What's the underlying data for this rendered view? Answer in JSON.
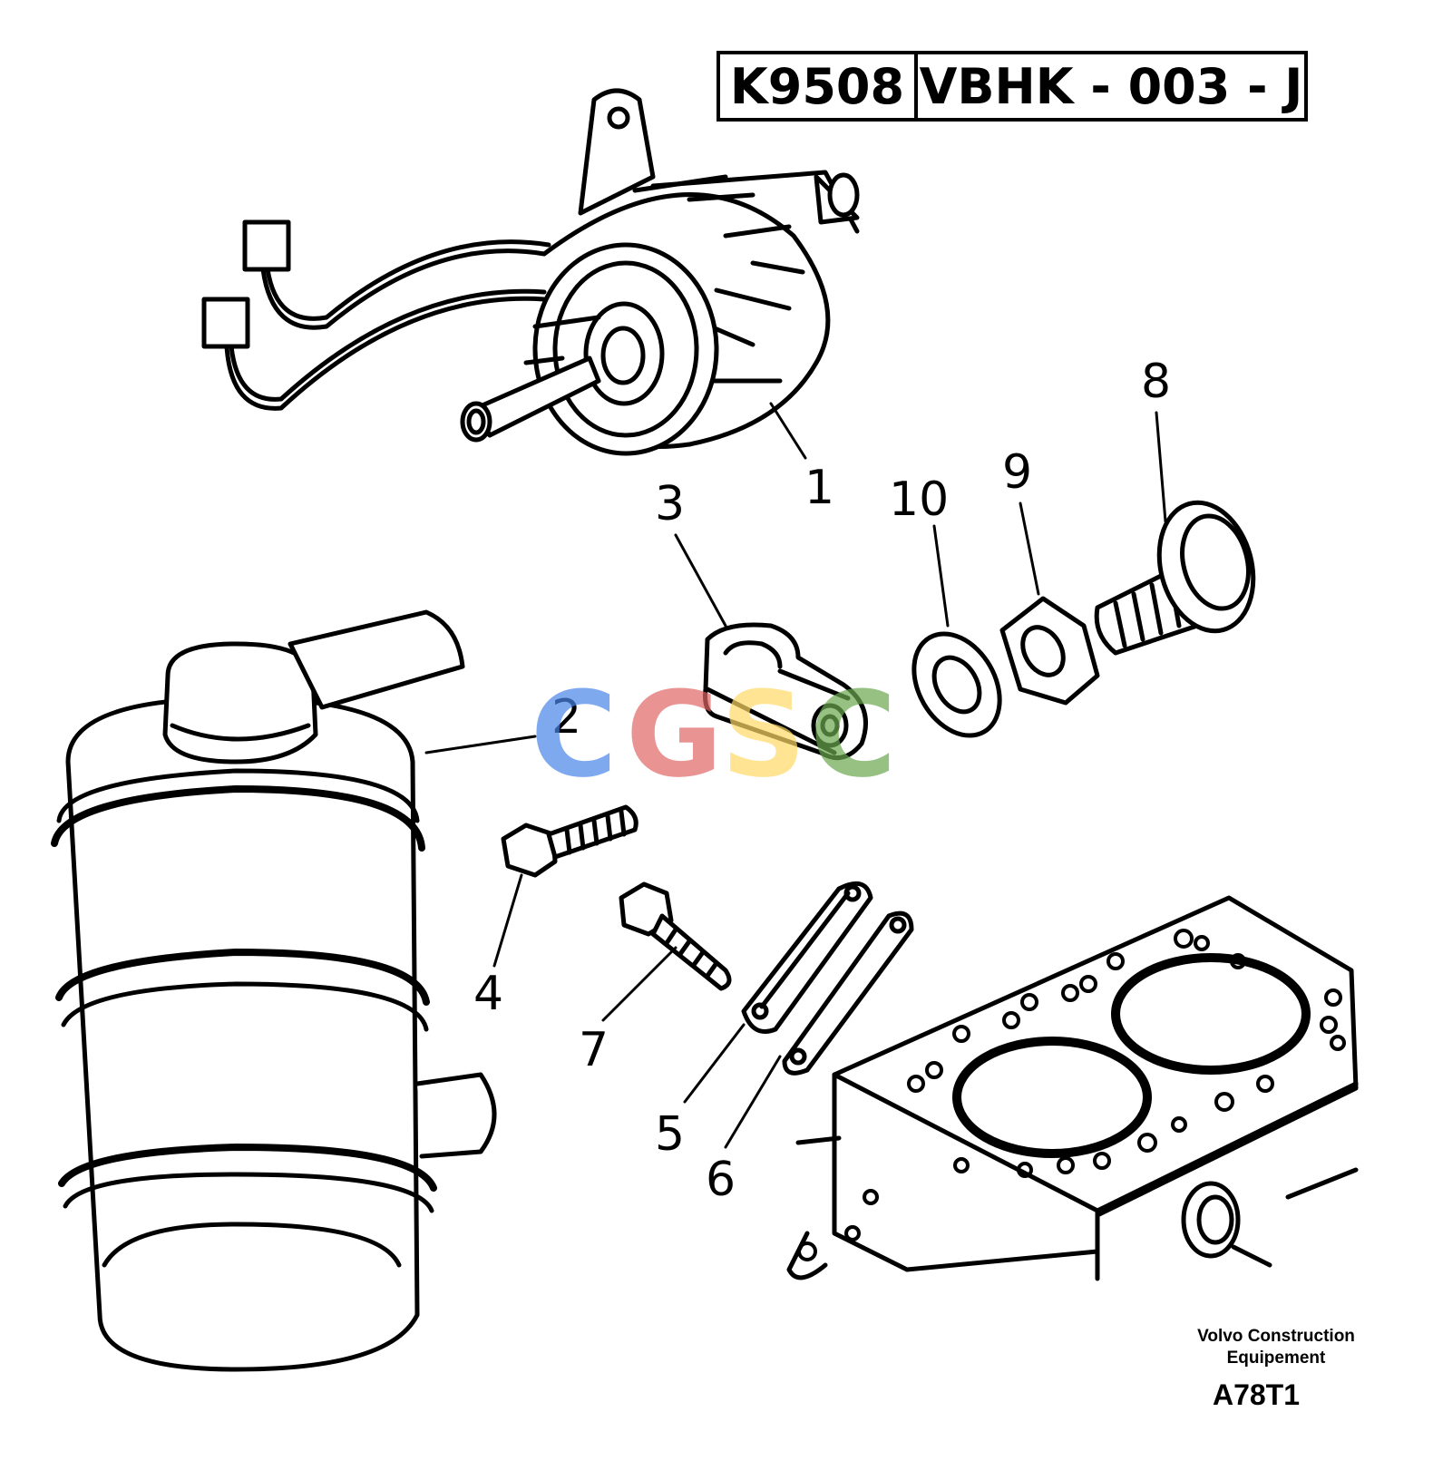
{
  "header": {
    "model_code": "K9508",
    "drawing_ref": "VBHK - 003 - J"
  },
  "callouts": [
    "1",
    "2",
    "3",
    "4",
    "5",
    "6",
    "7",
    "8",
    "9",
    "10"
  ],
  "footer": {
    "manufacturer": "Volvo Construction Equipement",
    "figure_code": "A78T1"
  },
  "watermark": {
    "letters": [
      "C",
      "G",
      "S",
      "C"
    ],
    "colors": [
      "#4a86e8",
      "#e06666",
      "#ffd966",
      "#6aa84f"
    ]
  }
}
